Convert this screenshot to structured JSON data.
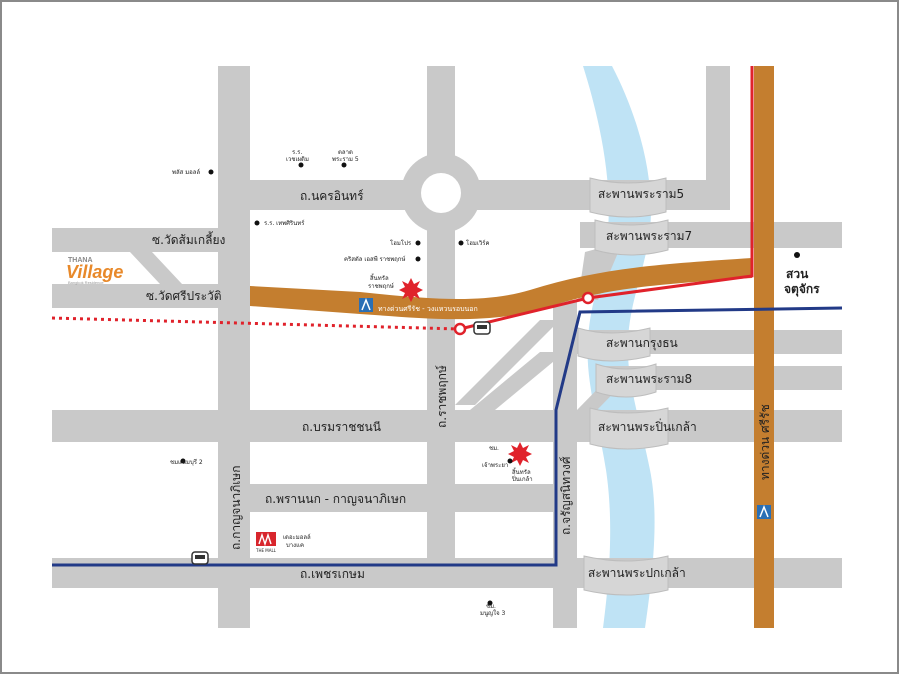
{
  "brand": {
    "top": "THANA",
    "main": "Village",
    "tagline": "Bangkok Residence"
  },
  "roads": {
    "nakhon_in": "ถ.นครอินทร์",
    "borommaratchachonnani": "ถ.บรมราชชนนี",
    "phran_nok": "ถ.พรานนก - กาญจนาภิเษก",
    "phetkasem": "ถ.เพชรเกษม",
    "kanchanaphisek": "ถ.กาญจนาภิเษก",
    "ratchaphruek": "ถ.ราชพฤกษ์",
    "charan": "ถ.จรัญสนิทวงศ์",
    "soi_som": "ซ.วัดส้มเกลี้ยง",
    "soi_si": "ซ.วัดศรีประวัติ",
    "expressway_h": "ทางด่วนศรีรัช - วงแหวนรอบนอก",
    "expressway_v": "ทางด่วน ศรีรัช"
  },
  "bridges": {
    "rama5": "สะพานพระราม5",
    "rama7": "สะพานพระราม7",
    "krungthon": "สะพานกรุงธน",
    "rama8": "สะพานพระราม8",
    "pinklao": "สะพานพระปิ่นเกล้า",
    "phrapokklao": "สะพานพระปกเกล้า"
  },
  "places": {
    "chatuchak": "สวน\nจตุจักร",
    "chatuchak_line1": "สวน",
    "chatuchak_line2": "จตุจักร",
    "pradit_mall": "พลัส มอลล์",
    "hospital_wech": "ร.ร.\nเวชเผดิม",
    "hospital_line1": "ร.ร.",
    "hospital_line2": "เวชเผดิม",
    "market_line1": "ตลาด",
    "market_line2": "พระราม 5",
    "school_thepsirin": "ร.ร. เทพศิรินทร์",
    "homepro": "โฮมโปร",
    "home_world": "โฮมเวิร์ค",
    "crystal": "คริสตัล เอสพี ราชพฤกษ์",
    "central_rp_line1": "สิ้นทรัล",
    "central_rp_line2": "ราชพฤกษ์",
    "taweewattana": "ชมแขมบุรี 2",
    "mall_line1": "เดอะมอลล์",
    "mall_line2": "บางแค",
    "mall_logo": "THE MALL",
    "hospital_b_line1": "ชม.",
    "hospital_b_line2": "เจ้าพระยา",
    "central_pk_line1": "สิ้นทรัล",
    "central_pk_line2": "ปิ่นเกล้า",
    "school_b_line1": "ชม.",
    "school_b_line2": "มนูญใจ 3"
  },
  "colors": {
    "road": "#c9c9c9",
    "river": "#bfe3f5",
    "expressway": "#c47e2f",
    "red_line": "#e0222b",
    "blue_line": "#223a87",
    "frame": "#8a8a8a"
  },
  "icons": [
    "expressway-sign-icon",
    "train-icon",
    "central-logo-icon",
    "mall-logo-icon",
    "station-circle-icon",
    "dot-marker-icon"
  ]
}
